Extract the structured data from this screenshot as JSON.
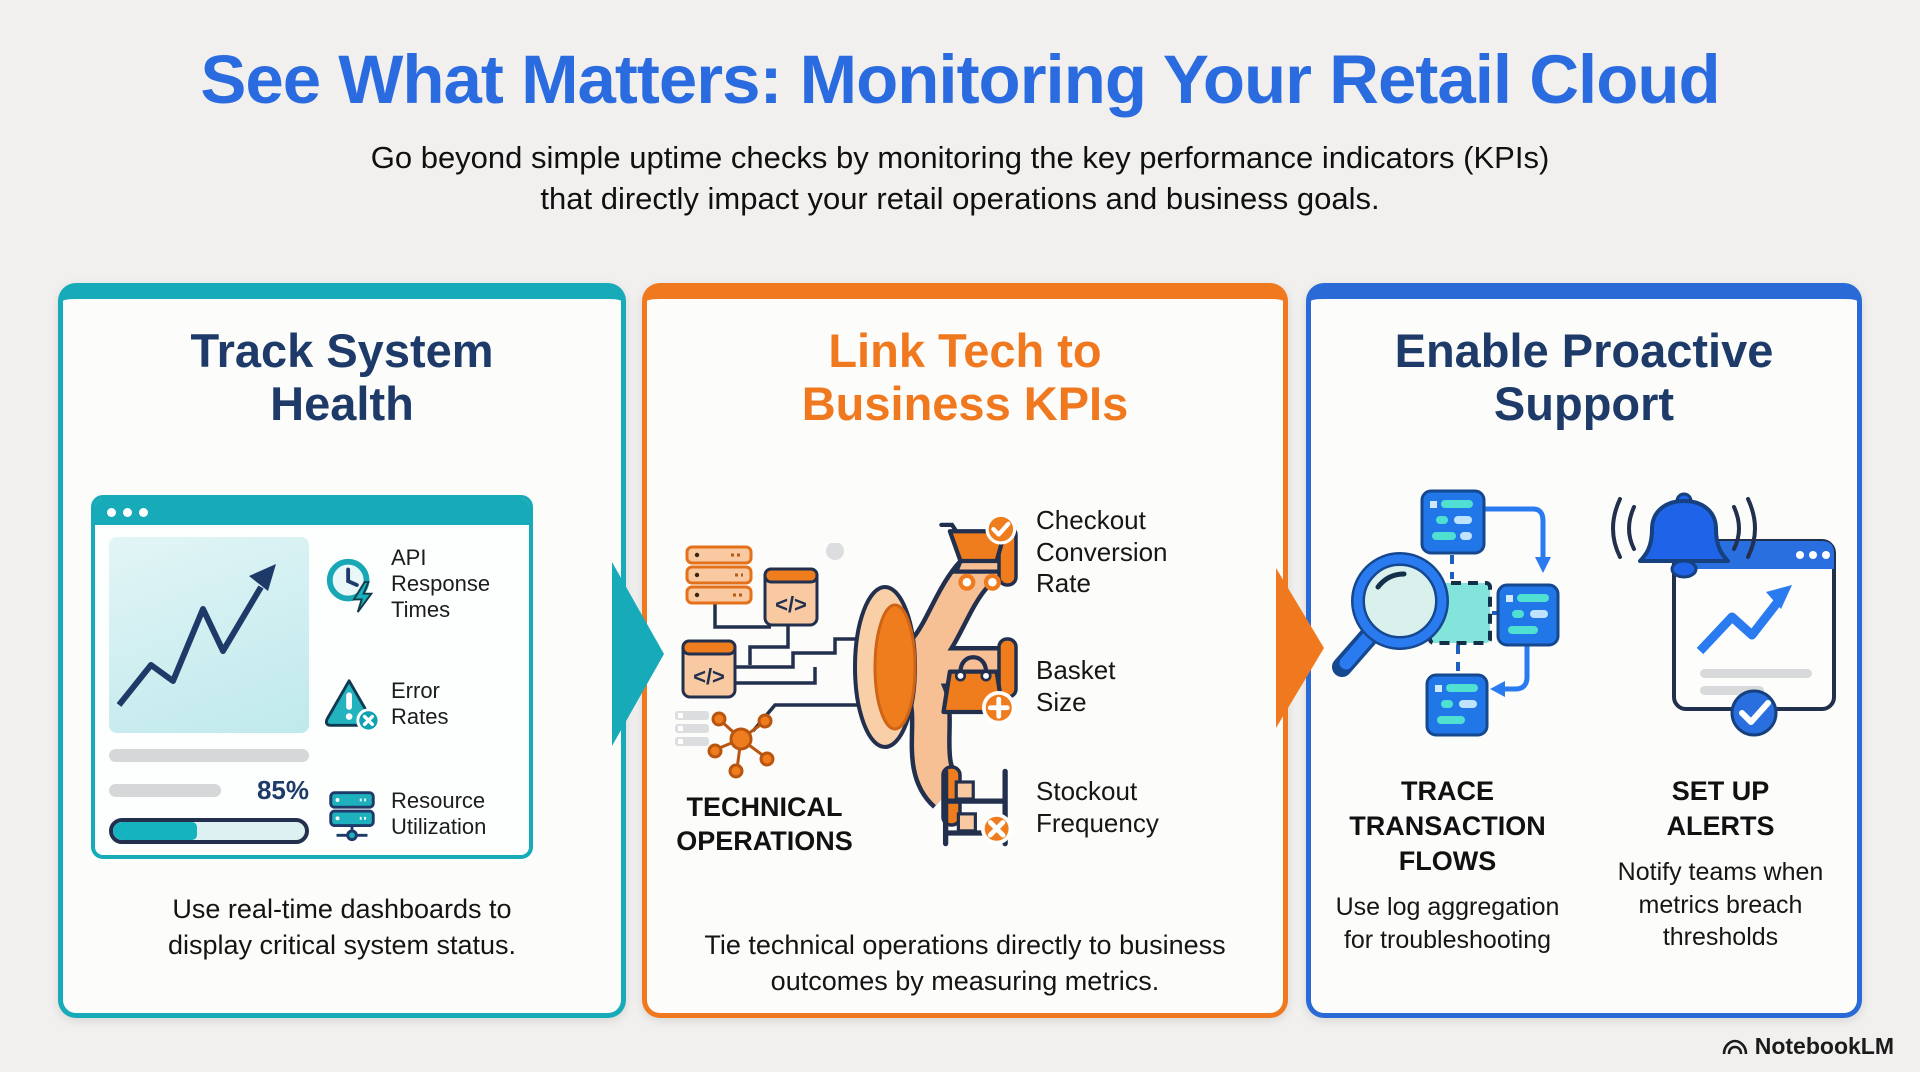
{
  "header": {
    "title": "See What Matters: Monitoring Your Retail Cloud",
    "subtitle_line1": "Go beyond simple uptime checks by monitoring the key performance indicators (KPIs)",
    "subtitle_line2": "that directly impact your retail operations and business goals."
  },
  "colors": {
    "title_blue": "#2b6be0",
    "teal": "#17aab8",
    "orange": "#f0791f",
    "panel_blue": "#2a6ad6",
    "navy_heading": "#1d3a69",
    "body_text": "#141414"
  },
  "panels": {
    "track_system_health": {
      "title": "Track System Health",
      "dashboard": {
        "progress_label": "85%",
        "metrics": [
          {
            "icon": "clock-lightning-icon",
            "label": "API Response Times"
          },
          {
            "icon": "error-warning-icon",
            "label": "Error Rates"
          },
          {
            "icon": "server-network-icon",
            "label": "Resource Utilization"
          }
        ]
      },
      "caption": "Use real-time dashboards to display critical system status."
    },
    "link_tech_to_business_kpis": {
      "title": "Link Tech to Business KPIs",
      "source_label": "TECHNICAL OPERATIONS",
      "kpis": [
        {
          "icon": "cart-check-icon",
          "label": "Checkout Conversion Rate"
        },
        {
          "icon": "bag-plus-icon",
          "label": "Basket Size"
        },
        {
          "icon": "stockout-shelf-icon",
          "label": "Stockout Frequency"
        }
      ],
      "caption": "Tie technical operations directly to business outcomes by measuring metrics."
    },
    "enable_proactive_support": {
      "title": "Enable Proactive Support",
      "features": [
        {
          "icon": "magnifier-logs-icon",
          "heading": "TRACE TRANSACTION FLOWS",
          "caption": "Use log aggregation for troubleshooting"
        },
        {
          "icon": "alert-bell-icon",
          "heading": "SET UP ALERTS",
          "caption": "Notify teams when metrics breach thresholds"
        }
      ]
    }
  },
  "footer": {
    "brand": "NotebookLM"
  }
}
